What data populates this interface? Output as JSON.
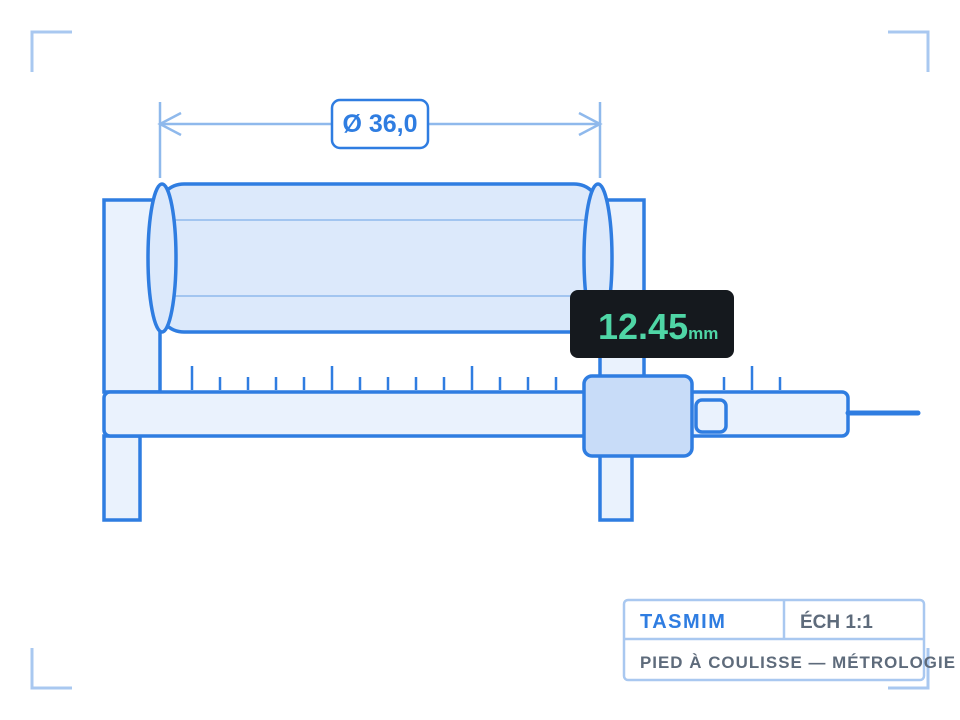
{
  "dimension": {
    "label": "Ø 36,0"
  },
  "readout": {
    "value": "12.45",
    "unit": "mm"
  },
  "title_block": {
    "brand": "TASMIM",
    "scale": "ÉCH 1:1",
    "caption": "PIED À COULISSE — MÉTROLOGIE"
  },
  "colors": {
    "primary": "#2f7de1",
    "light_fill": "#eaf2fd",
    "cylinder_fill": "#dce9fb",
    "slider_fill": "#c8dcf8",
    "guide": "#8fb9ec",
    "display_bg": "#15191e",
    "display_text": "#4fd6a6",
    "muted_text": "#5e6b7b"
  },
  "icons": {
    "corner_marks": "corner-bracket-icon",
    "dimension_arrows": "arrow-head-icon"
  }
}
